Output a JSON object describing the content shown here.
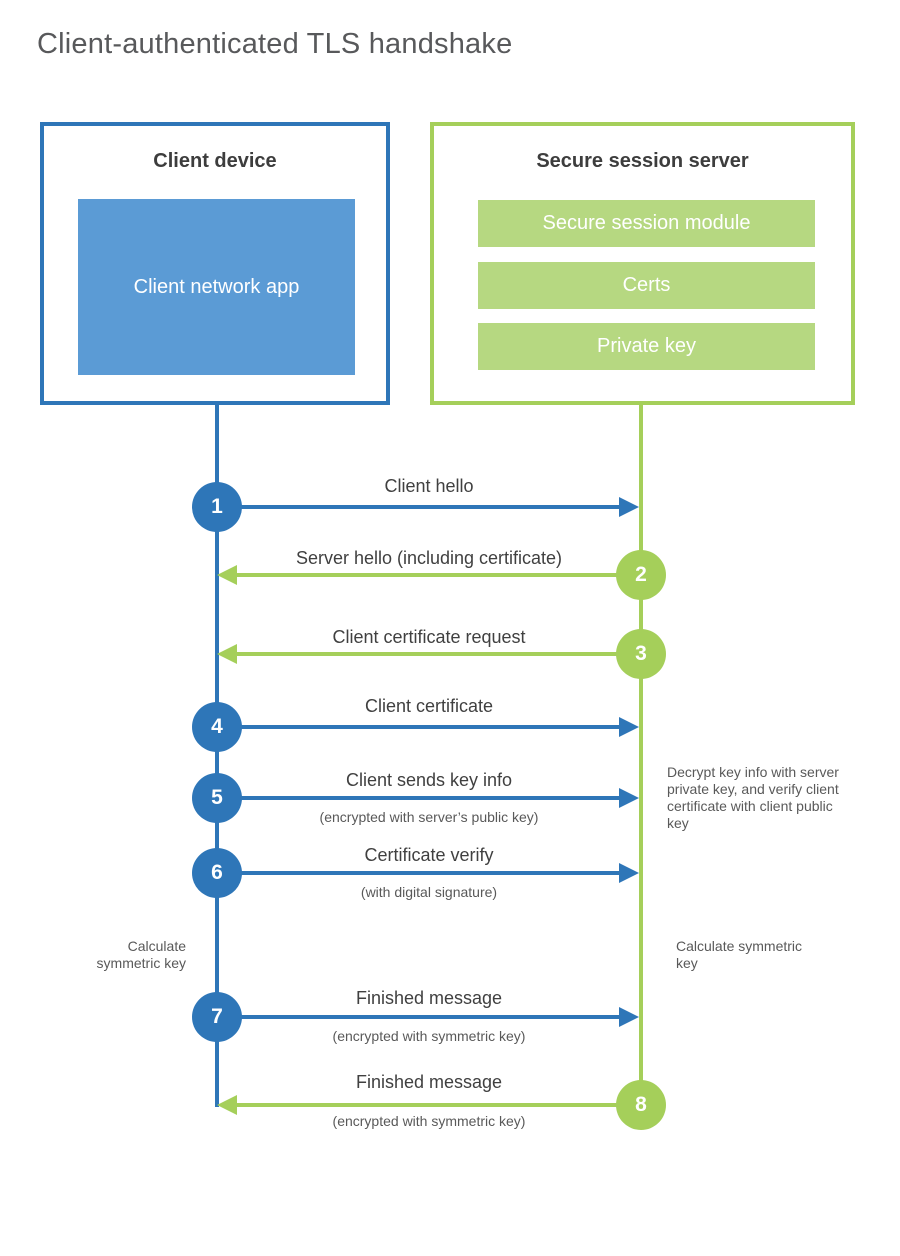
{
  "title": "Client-authenticated TLS handshake",
  "colors": {
    "blue": "#2e76b8",
    "blue_fill": "#5b9bd5",
    "green": "#a5cf5a",
    "green_fill": "#b6d881",
    "text_dark": "#404040",
    "text_mid": "#595959",
    "title_gray": "#58595b"
  },
  "client_box": {
    "title": "Client device",
    "app_label": "Client network app"
  },
  "server_box": {
    "title": "Secure session server",
    "modules": {
      "0": "Secure session module",
      "1": "Certs",
      "2": "Private key"
    }
  },
  "steps": {
    "0": {
      "num": "1",
      "label": "Client hello",
      "sub": "",
      "direction": "right",
      "actor": "client"
    },
    "1": {
      "num": "2",
      "label": "Server hello (including certificate)",
      "sub": "",
      "direction": "left",
      "actor": "server"
    },
    "2": {
      "num": "3",
      "label": "Client certificate request",
      "sub": "",
      "direction": "left",
      "actor": "server"
    },
    "3": {
      "num": "4",
      "label": "Client certificate",
      "sub": "",
      "direction": "right",
      "actor": "client"
    },
    "4": {
      "num": "5",
      "label": "Client sends key info",
      "sub": "(encrypted with server’s public key)",
      "direction": "right",
      "actor": "client"
    },
    "5": {
      "num": "6",
      "label": "Certificate verify",
      "sub": "(with digital signature)",
      "direction": "right",
      "actor": "client"
    },
    "6": {
      "num": "7",
      "label": "Finished message",
      "sub": "(encrypted with symmetric key)",
      "direction": "right",
      "actor": "client"
    },
    "7": {
      "num": "8",
      "label": "Finished message",
      "sub": "(encrypted with symmetric key)",
      "direction": "left",
      "actor": "server"
    }
  },
  "annotations": {
    "decrypt_note": "Decrypt key info with server private key, and verify client certificate with client public key",
    "calc_symmetric_left": "Calculate symmetric key",
    "calc_symmetric_right": "Calculate symmetric key"
  }
}
